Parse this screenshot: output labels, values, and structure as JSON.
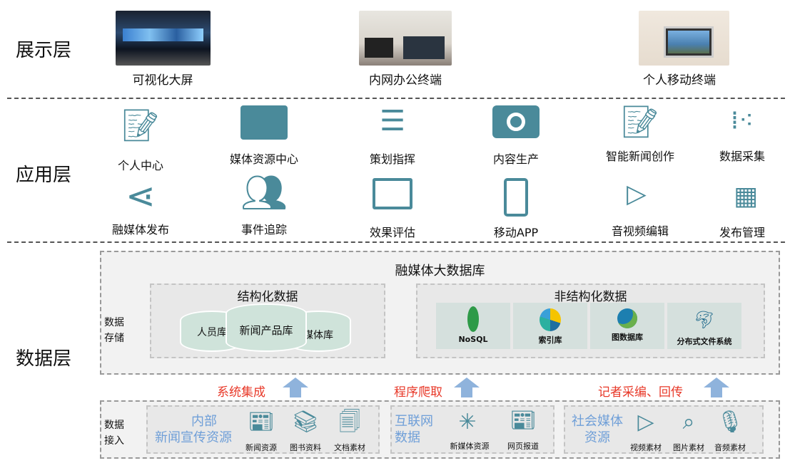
{
  "layers": {
    "display": "展示层",
    "app": "应用层",
    "data": "数据层"
  },
  "display": [
    {
      "label": "可视化大屏",
      "icon": "screen-wall-photo"
    },
    {
      "label": "内网办公终端",
      "icon": "desktop-photo"
    },
    {
      "label": "个人移动终端",
      "icon": "tablet-photo"
    }
  ],
  "apps": [
    {
      "label": "个人中心",
      "icon": "document-pen-icon"
    },
    {
      "label": "媒体资源中心",
      "icon": "folder-icon"
    },
    {
      "label": "策划指挥",
      "icon": "checklist-icon"
    },
    {
      "label": "内容生产",
      "icon": "camera-icon"
    },
    {
      "label": "智能新闻创作",
      "icon": "document-pen-icon"
    },
    {
      "label": "数据采集",
      "icon": "scatter-chart-icon"
    },
    {
      "label": "融媒体发布",
      "icon": "share-icon"
    },
    {
      "label": "事件追踪",
      "icon": "people-icon"
    },
    {
      "label": "效果评估",
      "icon": "monitor-graph-icon"
    },
    {
      "label": "移动APP",
      "icon": "phone-pen-icon"
    },
    {
      "label": "音视频编辑",
      "icon": "film-icon"
    },
    {
      "label": "发布管理",
      "icon": "screens-grid-icon"
    }
  ],
  "storage": {
    "title": "融媒体大数据库",
    "side_label": [
      "数据",
      "存储"
    ],
    "structured": {
      "title": "结构化数据",
      "dbs": [
        "人员库",
        "新闻产品库",
        "媒体库"
      ]
    },
    "unstructured": {
      "title": "非结构化数据",
      "items": [
        "NoSQL",
        "索引库",
        "图数据库",
        "分布式文件系统"
      ]
    }
  },
  "flows": [
    "系统集成",
    "程序爬取",
    "记者采编、回传"
  ],
  "access": {
    "side_label": [
      "数据",
      "接入"
    ],
    "groups": [
      {
        "title": [
          "内部",
          "新闻宣传资源"
        ],
        "items": [
          "新闻资源",
          "图书资料",
          "文档素材"
        ]
      },
      {
        "title": [
          "互联网",
          "数据"
        ],
        "items": [
          "新媒体资源",
          "网页报道"
        ]
      },
      {
        "title": [
          "社会媒体",
          "资源"
        ],
        "items": [
          "视频素材",
          "图片素材",
          "音频素材"
        ]
      }
    ]
  },
  "colors": {
    "icon": "#4a8a9a",
    "flow_text": "#e83828",
    "arrow": "#8fb3dc",
    "source_title": "#6f9fd8"
  }
}
